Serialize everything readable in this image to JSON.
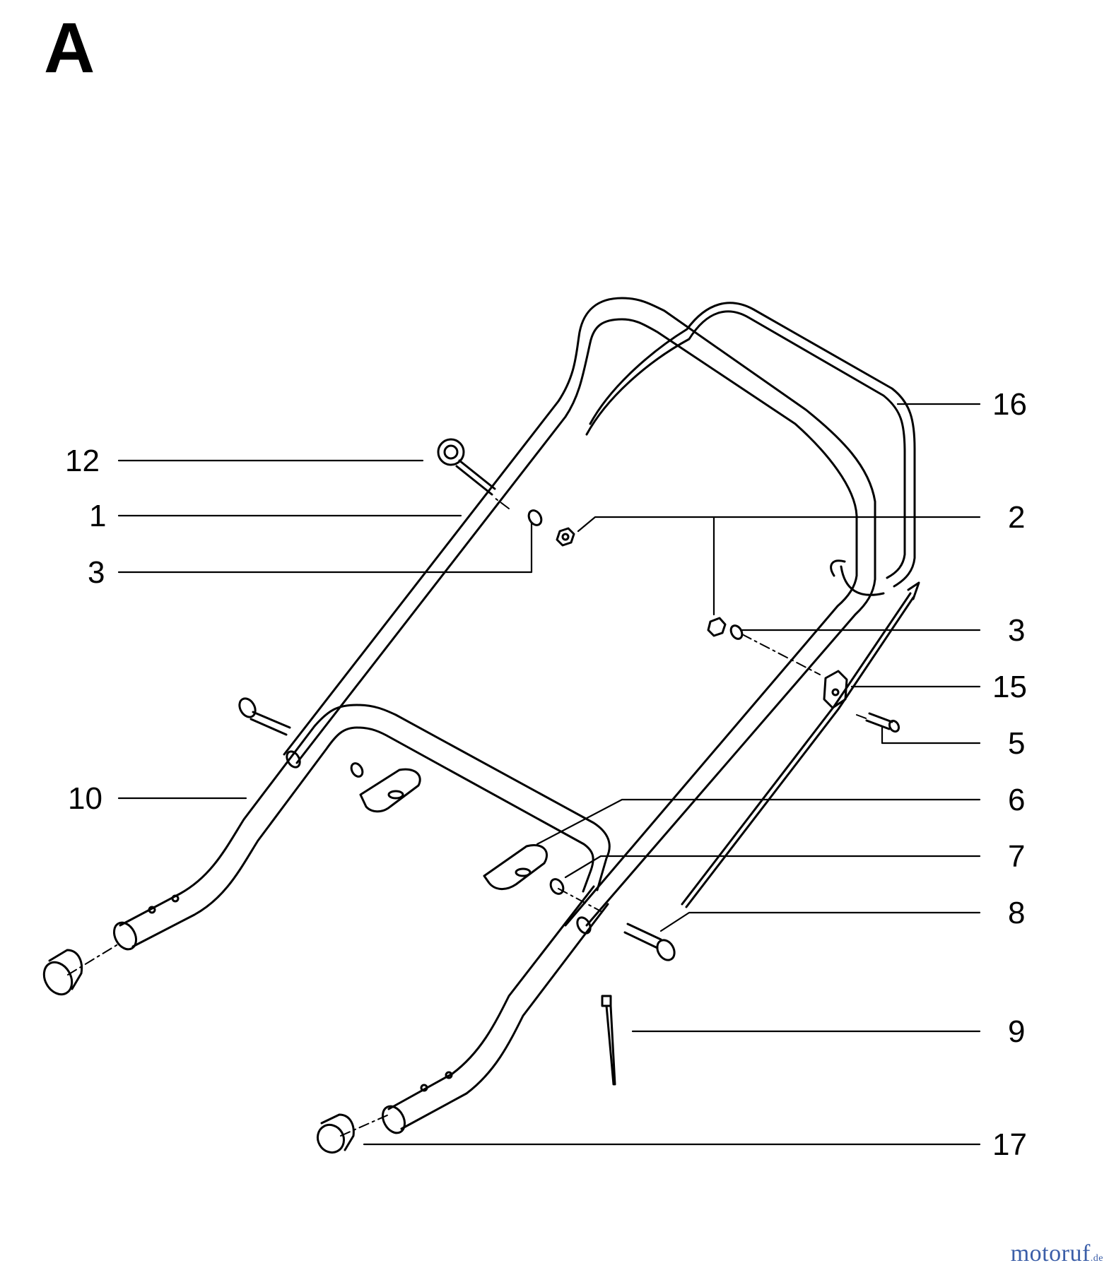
{
  "diagram": {
    "section_letter": "A",
    "callouts": [
      {
        "id": "c16",
        "label": "16"
      },
      {
        "id": "c12",
        "label": "12"
      },
      {
        "id": "c1",
        "label": "1"
      },
      {
        "id": "c2",
        "label": "2"
      },
      {
        "id": "c3a",
        "label": "3"
      },
      {
        "id": "c3b",
        "label": "3"
      },
      {
        "id": "c15",
        "label": "15"
      },
      {
        "id": "c5",
        "label": "5"
      },
      {
        "id": "c10",
        "label": "10"
      },
      {
        "id": "c6",
        "label": "6"
      },
      {
        "id": "c7",
        "label": "7"
      },
      {
        "id": "c8",
        "label": "8"
      },
      {
        "id": "c9",
        "label": "9"
      },
      {
        "id": "c17",
        "label": "17"
      }
    ]
  },
  "watermark": {
    "main": "motoruf",
    "tld": ".de"
  }
}
